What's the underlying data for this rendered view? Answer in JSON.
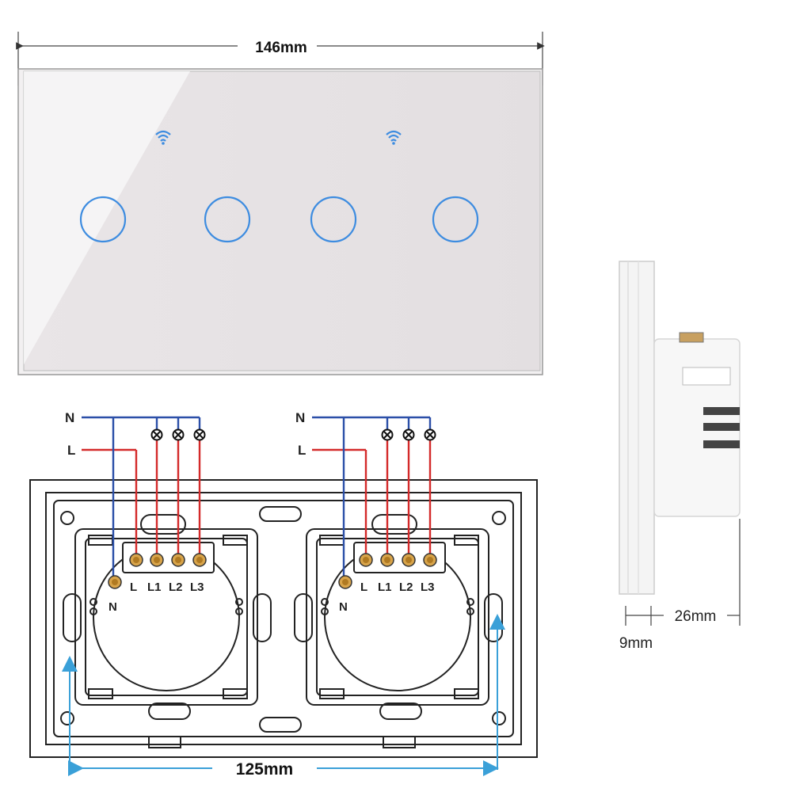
{
  "dimensions": {
    "panel_width": "146mm",
    "mount_spacing": "125mm",
    "side_depth": "26mm",
    "side_glass": "9mm"
  },
  "wiring": [
    {
      "neutral": "N",
      "live": "L",
      "terminals": [
        "L",
        "L1",
        "L2",
        "L3"
      ],
      "neutral_terminal": "N"
    },
    {
      "neutral": "N",
      "live": "L",
      "terminals": [
        "L",
        "L1",
        "L2",
        "L3"
      ],
      "neutral_terminal": "N"
    }
  ],
  "colors": {
    "button_ring": "#3d8ce0",
    "wifi": "#3d8ce0",
    "neutral_wire": "#2b4fa8",
    "live_wire": "#d42a2a",
    "glass": "#e8e4e6",
    "dimension_arrow": "#3aa0d8"
  },
  "icons": [
    "wifi-icon",
    "wifi-icon",
    "lamp-load-icon"
  ]
}
